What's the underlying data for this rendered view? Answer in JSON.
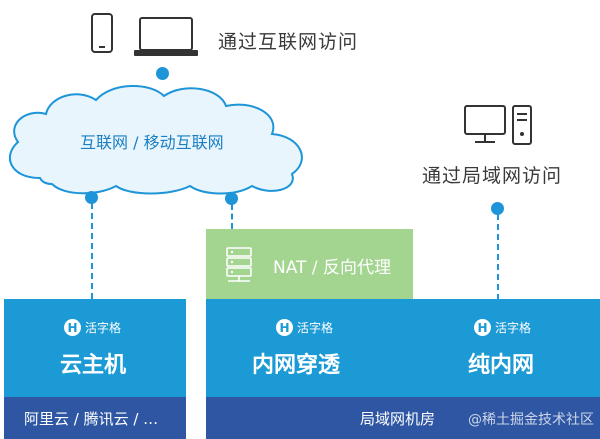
{
  "top": {
    "caption": "通过互联网访问",
    "devices": [
      "phone-icon",
      "laptop-icon"
    ]
  },
  "cloud": {
    "label": "互联网 / 移动互联网"
  },
  "right": {
    "caption": "通过局域网访问",
    "devices": [
      "monitor-icon",
      "desktop-tower-icon"
    ]
  },
  "nat": {
    "label": "NAT / 反向代理",
    "icon": "server-icon"
  },
  "cards": [
    {
      "brand": "活字格",
      "title": "云主机"
    },
    {
      "brand": "活字格",
      "title": "内网穿透"
    },
    {
      "brand": "活字格",
      "title": "纯内网"
    }
  ],
  "footers": {
    "cloud_providers": "阿里云 / 腾讯云 / …",
    "lan_room": "局域网机房"
  },
  "watermark": "@稀土掘金技术社区",
  "colors": {
    "accent_blue": "#1e95d8",
    "card_blue": "#1c9ad6",
    "footer_navy": "#2e56a3",
    "nat_green": "#a3d490",
    "cloud_fill": "#e8f5fd",
    "cloud_stroke": "#1e95d8"
  }
}
